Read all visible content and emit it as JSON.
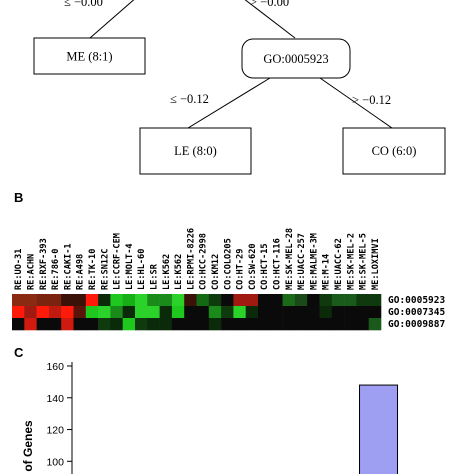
{
  "tree": {
    "root_left_edge_label": "≤ −0.00",
    "root_right_edge_label": "> −0.00",
    "leaf_me": "ME (8:1)",
    "node_go": "GO:0005923",
    "left_edge_label": "≤ −0.12",
    "right_edge_label": "> −0.12",
    "leaf_le": "LE (8:0)",
    "leaf_co": "CO (6:0)"
  },
  "panels": {
    "b": "B",
    "c": "C"
  },
  "heatmap": {
    "columns": [
      "RE:UO-31",
      "RE:ACHN",
      "RE:RXF-393",
      "RE:786-0",
      "RE:CAKI-1",
      "RE:A498",
      "RE:TK-10",
      "RE:SN12C",
      "LE:CCRF-CEM",
      "LE:MOLT-4",
      "LE:HL-60",
      "LE:SR",
      "LE:K562",
      "LE:K562",
      "LE:RPMI-8226",
      "CO:HCC-2998",
      "CO:KM12",
      "CO:COLO205",
      "CO:HT-29",
      "CO:SW-620",
      "CO:HCT-15",
      "CO:HCT-116",
      "ME:SK-MEL-28",
      "ME:UACC-257",
      "ME:MALME-3M",
      "ME:M-14",
      "ME:UACC-62",
      "ME:SK-MEL-2",
      "ME:SK-MEL-5",
      "ME:LOXIMVI"
    ],
    "rows": [
      {
        "name": "GO:0005923",
        "cells": [
          "#8a2a10",
          "#8a2a10",
          "#7a2410",
          "#7a2410",
          "#3a1208",
          "#3a1208",
          "#ff1a0a",
          "#0a2a0a",
          "#1ec81e",
          "#16b016",
          "#2ad22a",
          "#1a8a1a",
          "#1a8a1a",
          "#2ad22a",
          "#3a1208",
          "#146a14",
          "#0e3a0e",
          "#0a0a0a",
          "#a01a12",
          "#a01a12",
          "#0a0a0a",
          "#0a0a0a",
          "#1a6a1a",
          "#1a4a1a",
          "#0a0a0a",
          "#0e3a0e",
          "#1a5a1a",
          "#1a5a1a",
          "#0e3a0e",
          "#0e3a0e"
        ]
      },
      {
        "name": "GO:0007345",
        "cells": [
          "#ff1a0a",
          "#a01a12",
          "#ff1a0a",
          "#c01a10",
          "#ff1a0a",
          "#5a140a",
          "#1ec81e",
          "#2ad22a",
          "#1a8a1a",
          "#0a2a0a",
          "#2ad22a",
          "#2ad22a",
          "#0a2a0a",
          "#1ec81e",
          "#0a0a0a",
          "#0a0a0a",
          "#1a8a1a",
          "#0e3a0e",
          "#2ad22a",
          "#0a2a0a",
          "#0a0a0a",
          "#0a0a0a",
          "#0a0a0a",
          "#0a0a0a",
          "#0a0a0a",
          "#0a2a0a",
          "#0a0a0a",
          "#0a0a0a",
          "#0a0a0a",
          "#0a0a0a"
        ]
      },
      {
        "name": "GO:0009887",
        "cells": [
          "#0a0a0a",
          "#d01a10",
          "#0a0a0a",
          "#0a0a0a",
          "#d01a10",
          "#0a0a0a",
          "#0a0a0a",
          "#0e3a0e",
          "#0a2a0a",
          "#1ec81e",
          "#0e3a0e",
          "#0a2a0a",
          "#0a2a0a",
          "#0a0a0a",
          "#0a0a0a",
          "#0a0a0a",
          "#0a2a0a",
          "#0a0a0a",
          "#0a0a0a",
          "#0a0a0a",
          "#0a0a0a",
          "#0a0a0a",
          "#0a0a0a",
          "#0a0a0a",
          "#0a0a0a",
          "#0a0a0a",
          "#0a0a0a",
          "#0a0a0a",
          "#0a0a0a",
          "#1a5a1a"
        ]
      }
    ]
  },
  "chart_data": {
    "type": "bar",
    "ylabel": "r of Genes",
    "yticks": [
      100,
      120,
      140,
      160
    ],
    "ylim": [
      92,
      160
    ],
    "bars": [
      {
        "x": 0.79,
        "value": 148
      }
    ],
    "bar_color": "#9e9ef2"
  }
}
